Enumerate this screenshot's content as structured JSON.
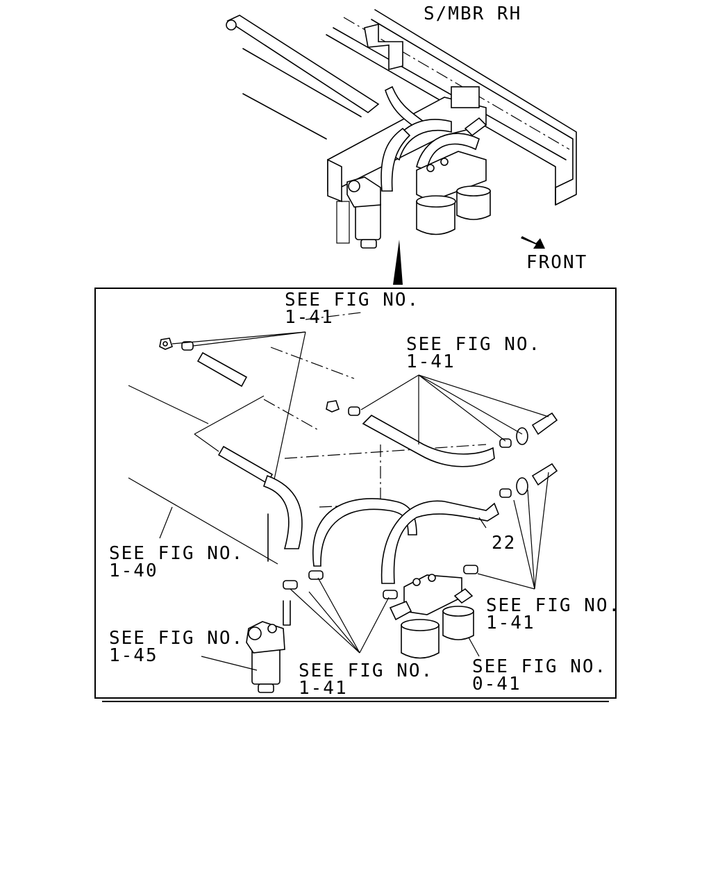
{
  "labels": {
    "smbr": "S/MBR RH",
    "front": "FRONT",
    "see_fig": "SEE FIG NO.",
    "ref_1_41": "1-41",
    "ref_1_40": "1-40",
    "ref_1_45": "1-45",
    "ref_0_41": "0-41",
    "part_22": "22"
  }
}
